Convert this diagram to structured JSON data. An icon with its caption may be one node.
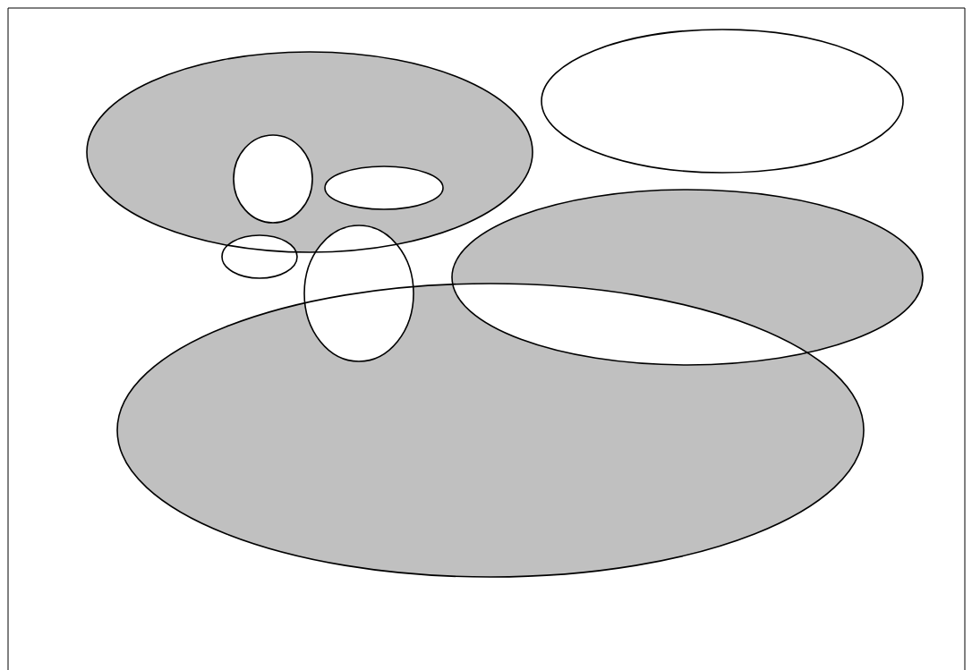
{
  "diagram": {
    "nodes": [
      {
        "text": [],
        "shape": "ellipse"
      },
      {
        "text": [],
        "shape": "ellipse",
        "in": 0
      },
      {
        "text": [],
        "shape": "ellipse",
        "in": 0
      },
      {
        "text": [],
        "shape": "ellipse"
      },
      {
        "text": [],
        "shape": "ellipse"
      },
      {
        "text": [],
        "shape": "ellipse"
      },
      {
        "text": [],
        "shape": "ellipse"
      },
      {
        "text": [],
        "shape": "ellipse"
      }
    ]
  }
}
